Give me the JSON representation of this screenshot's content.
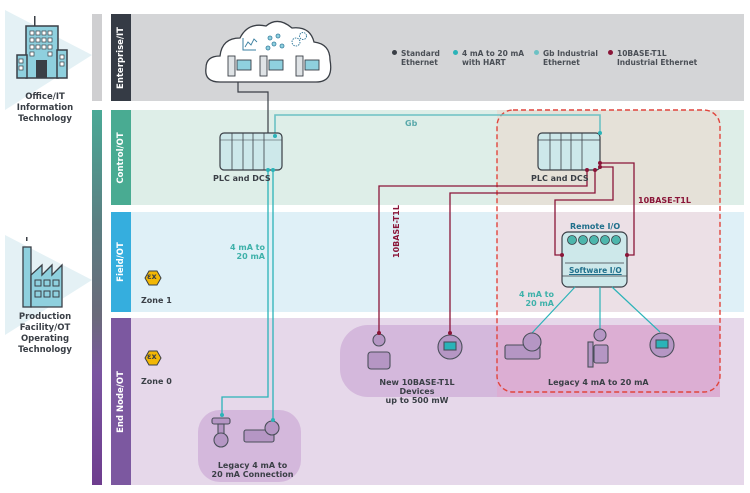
{
  "left_panel": {
    "office_label": "Office/IT\nInformation\nTechnology",
    "factory_label": "Production\nFacility/OT\nOperating\nTechnology"
  },
  "layers": [
    {
      "id": "enterprise",
      "label": "Enterprise/IT",
      "tab_color": "#353b45",
      "band_color": "#d4d5d7"
    },
    {
      "id": "control",
      "label": "Control/OT",
      "tab_color": "#49ab92",
      "band_color": "#deeee8"
    },
    {
      "id": "field",
      "label": "Field/OT",
      "tab_color": "#35aede",
      "band_color": "#dff0f7"
    },
    {
      "id": "endnode",
      "label": "End Node/OT",
      "tab_color": "#7c58a0",
      "band_color": "#e6d8ea"
    }
  ],
  "legend": [
    {
      "label": "Standard\nEthernet",
      "color": "#3a3f46"
    },
    {
      "label": "4 mA to 20 mA\nwith HART",
      "color": "#2bb3b8"
    },
    {
      "label": "Gb Industrial\nEthernet",
      "color": "#6cc1c4"
    },
    {
      "label": "10BASE-T1L\nIndustrial Ethernet",
      "color": "#8a1538"
    }
  ],
  "zones": {
    "zone1": "Zone 1",
    "zone0": "Zone 0",
    "ex_symbol": "εx"
  },
  "nodes": {
    "plc_left": "PLC and DCS",
    "plc_right": "PLC and DCS",
    "remote_io": "Remote I/O",
    "software_io": "Software I/O",
    "legacy_connection": "Legacy 4 mA to\n20 mA Connection",
    "new_devices": "New 10BASE-T1L Devices\nup to 500 mW",
    "legacy_devices": "Legacy 4 mA to 20 mA"
  },
  "links": {
    "gb": "Gb",
    "ma_left": "4 mA to\n20 mA",
    "ma_right": "4 mA to\n20 mA",
    "t1l_vertical": "10BASE-T1L",
    "t1l_right": "10BASE-T1L"
  },
  "colors": {
    "teal": "#3fb1aa",
    "maroon": "#8a1538",
    "dashed_red": "#e0453d",
    "device_outline": "#4a4f5a"
  }
}
